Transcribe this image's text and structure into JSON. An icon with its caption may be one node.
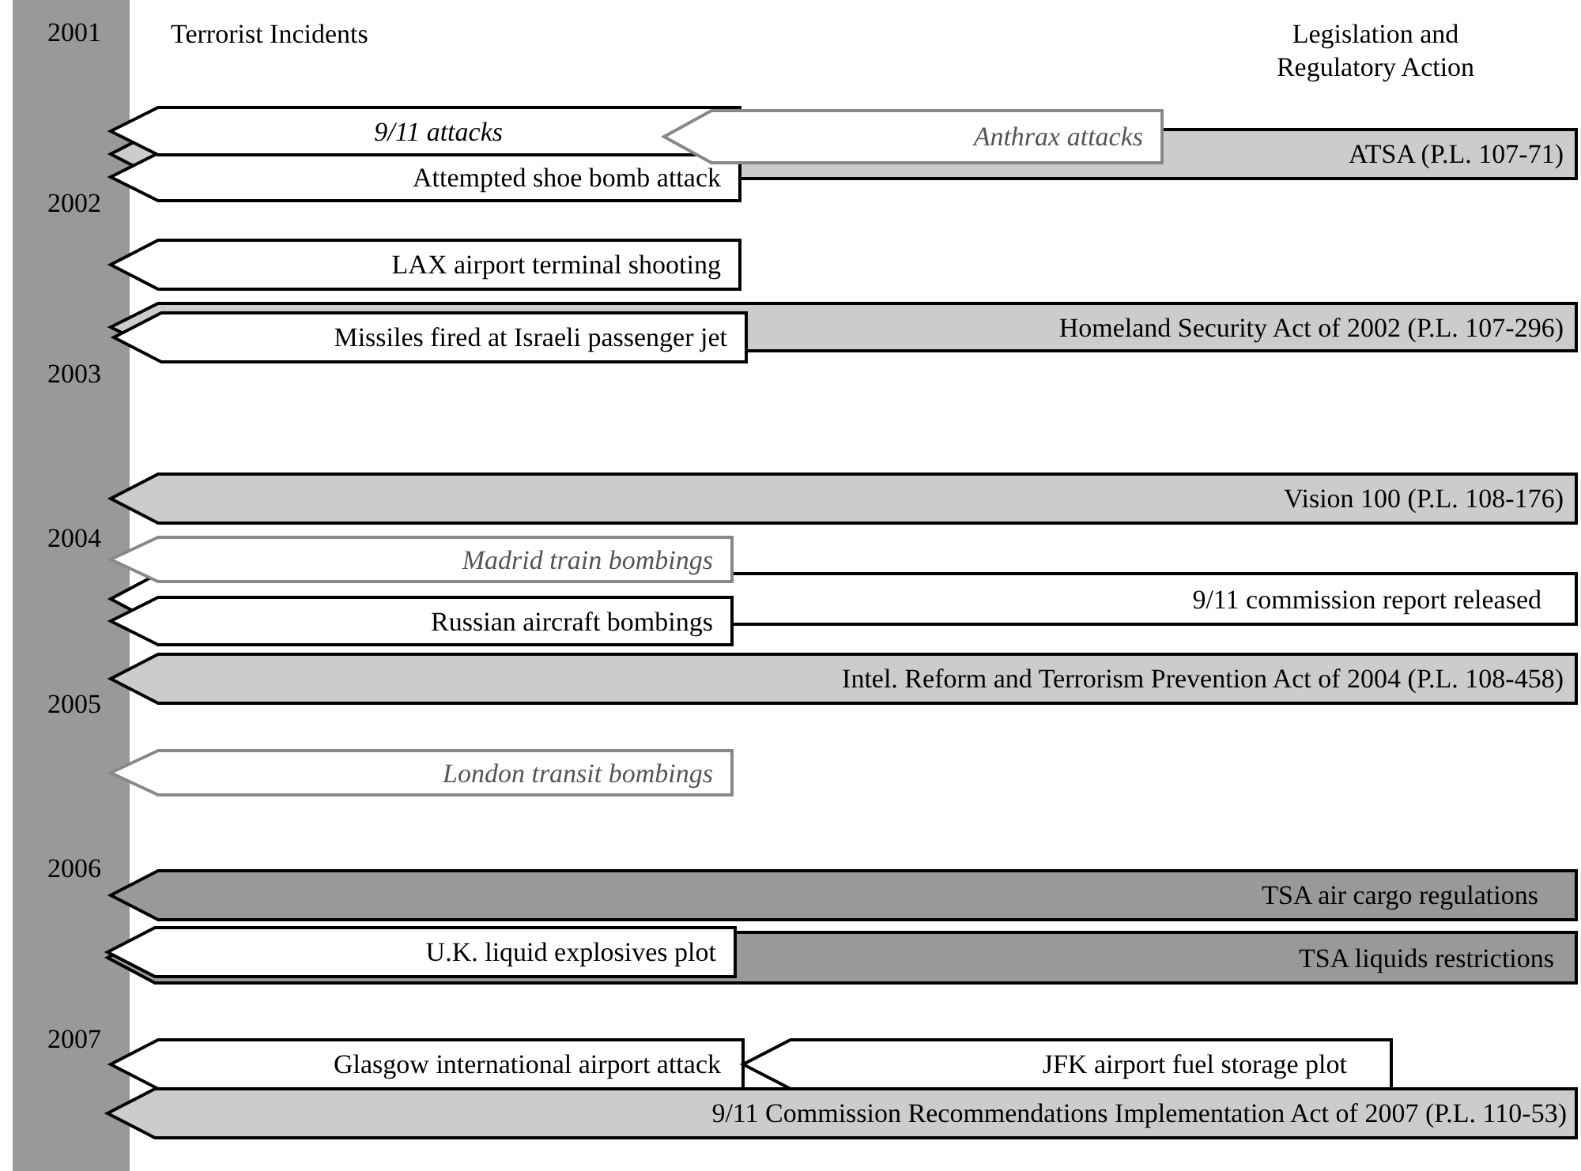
{
  "diagram": {
    "nodes": [
      {
        "text": [
          "9/11 attacks"
        ]
      },
      {
        "text": [
          "Anthrax attacks"
        ]
      },
      {
        "text": [
          "ATSA (P.L. 107-71)"
        ]
      },
      {
        "text": [
          "Attempted shoe bomb attack"
        ]
      },
      {
        "text": [
          "LAX airport terminal shooting"
        ]
      },
      {
        "text": [
          "Homeland Security Act of 2002 (P.L. 107-296)"
        ]
      },
      {
        "text": [
          "Missiles fired at Israeli passenger jet"
        ]
      },
      {
        "text": [
          "Vision 100 (P.L. 108-176)"
        ]
      },
      {
        "text": [
          "Madrid train bombings"
        ]
      },
      {
        "text": [
          "9/11 commission report released"
        ]
      },
      {
        "text": [
          "Russian aircraft bombings"
        ]
      },
      {
        "text": [
          "Intel. Reform and Terrorism Prevention Act of 2004 (P.L. 108-458)"
        ]
      },
      {
        "text": [
          "London transit bombings"
        ]
      },
      {
        "text": [
          "TSA air cargo regulations"
        ]
      },
      {
        "text": [
          "U.K. liquid explosives plot"
        ]
      },
      {
        "text": [
          "TSA liquids restrictions"
        ]
      },
      {
        "text": [
          "Glasgow international airport attack"
        ]
      },
      {
        "text": [
          "JFK airport fuel storage plot"
        ]
      },
      {
        "text": [
          "9/11 Commission Recommendations Implementation Act of 2007 (P.L. 110-53)"
        ]
      }
    ],
    "labels": [
      "2001",
      "Terrorist Incidents",
      "Legislation and Regulatory Action",
      "2002",
      "2003",
      "2004",
      "2005",
      "2006",
      "2007"
    ]
  }
}
